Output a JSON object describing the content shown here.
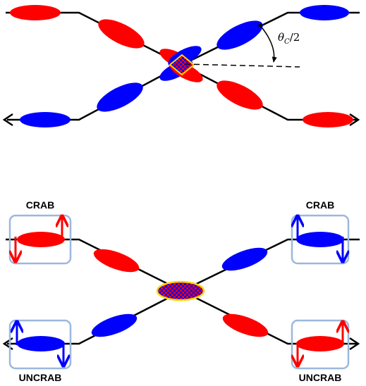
{
  "colors": {
    "red_bunch": "#ff0000",
    "blue_bunch": "#0000ff",
    "line": "#000000",
    "box_border": "#9bb8dd",
    "overlap_outline": "#ffd700"
  },
  "top_diagram": {
    "angle_label": {
      "symbol": "θ",
      "subscript": "C",
      "suffix": "/2"
    }
  },
  "bottom_diagram": {
    "labels": {
      "crab_left": "CRAB",
      "crab_right": "CRAB",
      "uncrab_left": "UNCRAB",
      "uncrab_right": "UNCRAB"
    }
  }
}
